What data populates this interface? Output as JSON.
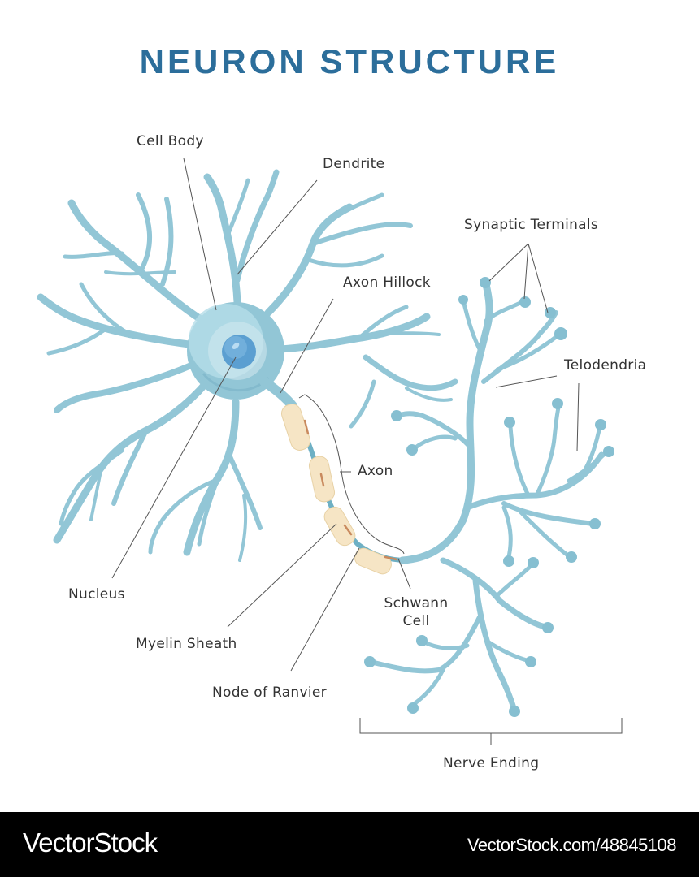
{
  "title": "NEURON STRUCTURE",
  "colors": {
    "title": "#2c6e9b",
    "neuron": "#92c6d6",
    "neuron_dark": "#7ab3c6",
    "cell_body_light": "#b5dde9",
    "nucleus": "#5b9fd1",
    "myelin": "#f6e5c5",
    "myelin_mark": "#c98a5e",
    "leader_line": "#555555",
    "label_text": "#333333"
  },
  "labels": {
    "cell_body": "Cell Body",
    "dendrite": "Dendrite",
    "axon_hillock": "Axon Hillock",
    "synaptic_terminals": "Synaptic Terminals",
    "telodendria": "Telodendria",
    "axon": "Axon",
    "nucleus": "Nucleus",
    "schwann_cell_line1": "Schwann",
    "schwann_cell_line2": "Cell",
    "myelin_sheath": "Myelin Sheath",
    "node_of_ranvier": "Node of Ranvier",
    "nerve_ending": "Nerve Ending"
  },
  "footer": {
    "brand": "VectorStock",
    "reference": "VectorStock.com/48845108"
  }
}
